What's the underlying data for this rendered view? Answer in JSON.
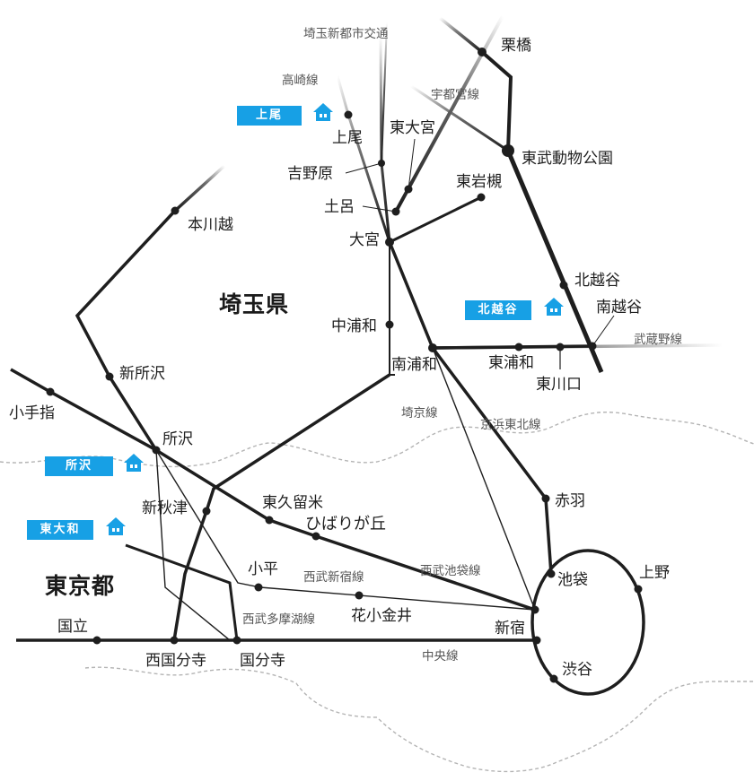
{
  "prefectures": {
    "saitama": "埼玉県",
    "tokyo": "東京都"
  },
  "lines": {
    "saitama_shintoshi": "埼玉新都市交通",
    "takasaki": "高崎線",
    "utsunomiya": "宇都宮線",
    "musashino": "武蔵野線",
    "saikyo": "埼京線",
    "keihin_tohoku": "京浜東北線",
    "seibu_ikebukuro": "西武池袋線",
    "seibu_shinjuku": "西武新宿線",
    "seibu_tamako": "西武多摩湖線",
    "chuo": "中央線"
  },
  "stations": {
    "kurihashi": "栗橋",
    "tobu_dobutsu_koen": "東武動物公園",
    "ageo": "上尾",
    "higashi_omiya": "東大宮",
    "yoshinohara": "吉野原",
    "toro": "土呂",
    "higashi_iwatsuki": "東岩槻",
    "omiya": "大宮",
    "hon_kawagoe": "本川越",
    "kita_koshigaya": "北越谷",
    "minami_koshigaya": "南越谷",
    "naka_urawa": "中浦和",
    "minami_urawa": "南浦和",
    "higashi_urawa": "東浦和",
    "higashi_kawaguchi": "東川口",
    "shin_tokorozawa": "新所沢",
    "kotesashi": "小手指",
    "tokorozawa": "所沢",
    "akabane": "赤羽",
    "shin_akitsu": "新秋津",
    "higashi_kurume": "東久留米",
    "hibarigaoka": "ひばりが丘",
    "kodaira": "小平",
    "ikebukuro": "池袋",
    "ueno": "上野",
    "hana_koganei": "花小金井",
    "shinjuku": "新宿",
    "kunitachi": "国立",
    "nishi_kokubunji": "西国分寺",
    "kokubunji": "国分寺",
    "shibuya": "渋谷"
  },
  "offices": {
    "ageo": "上尾",
    "kitakoshigaya": "北越谷",
    "tokorozawa": "所沢",
    "higashiyamato": "東大和"
  },
  "colors": {
    "rail": "#1e1e1e",
    "branch": "#555555",
    "badge": "#17a0e5",
    "border": "#b4b4b4",
    "fade": "#ffffff"
  },
  "icons": {
    "office": "house-icon",
    "station": "station-dot-icon"
  }
}
